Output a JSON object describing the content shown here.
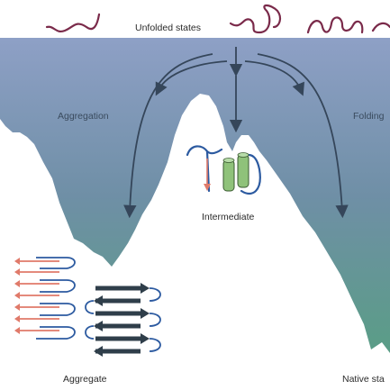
{
  "labels": {
    "unfolded": "Unfolded states",
    "aggregation": "Aggregation",
    "folding": "Folding",
    "intermediate": "Intermediate",
    "aggregate": "Aggregate",
    "native": "Native sta"
  },
  "colors": {
    "landscape_top": "#8496c0",
    "landscape_bottom": "#5a9a84",
    "arrow": "#35465a",
    "chain": "#7a2a4a",
    "blue_chain": "#2c5aa0",
    "helix": "#8fc27a",
    "strand_dark": "#2f3e4a",
    "strand_red": "#e07a6a"
  }
}
